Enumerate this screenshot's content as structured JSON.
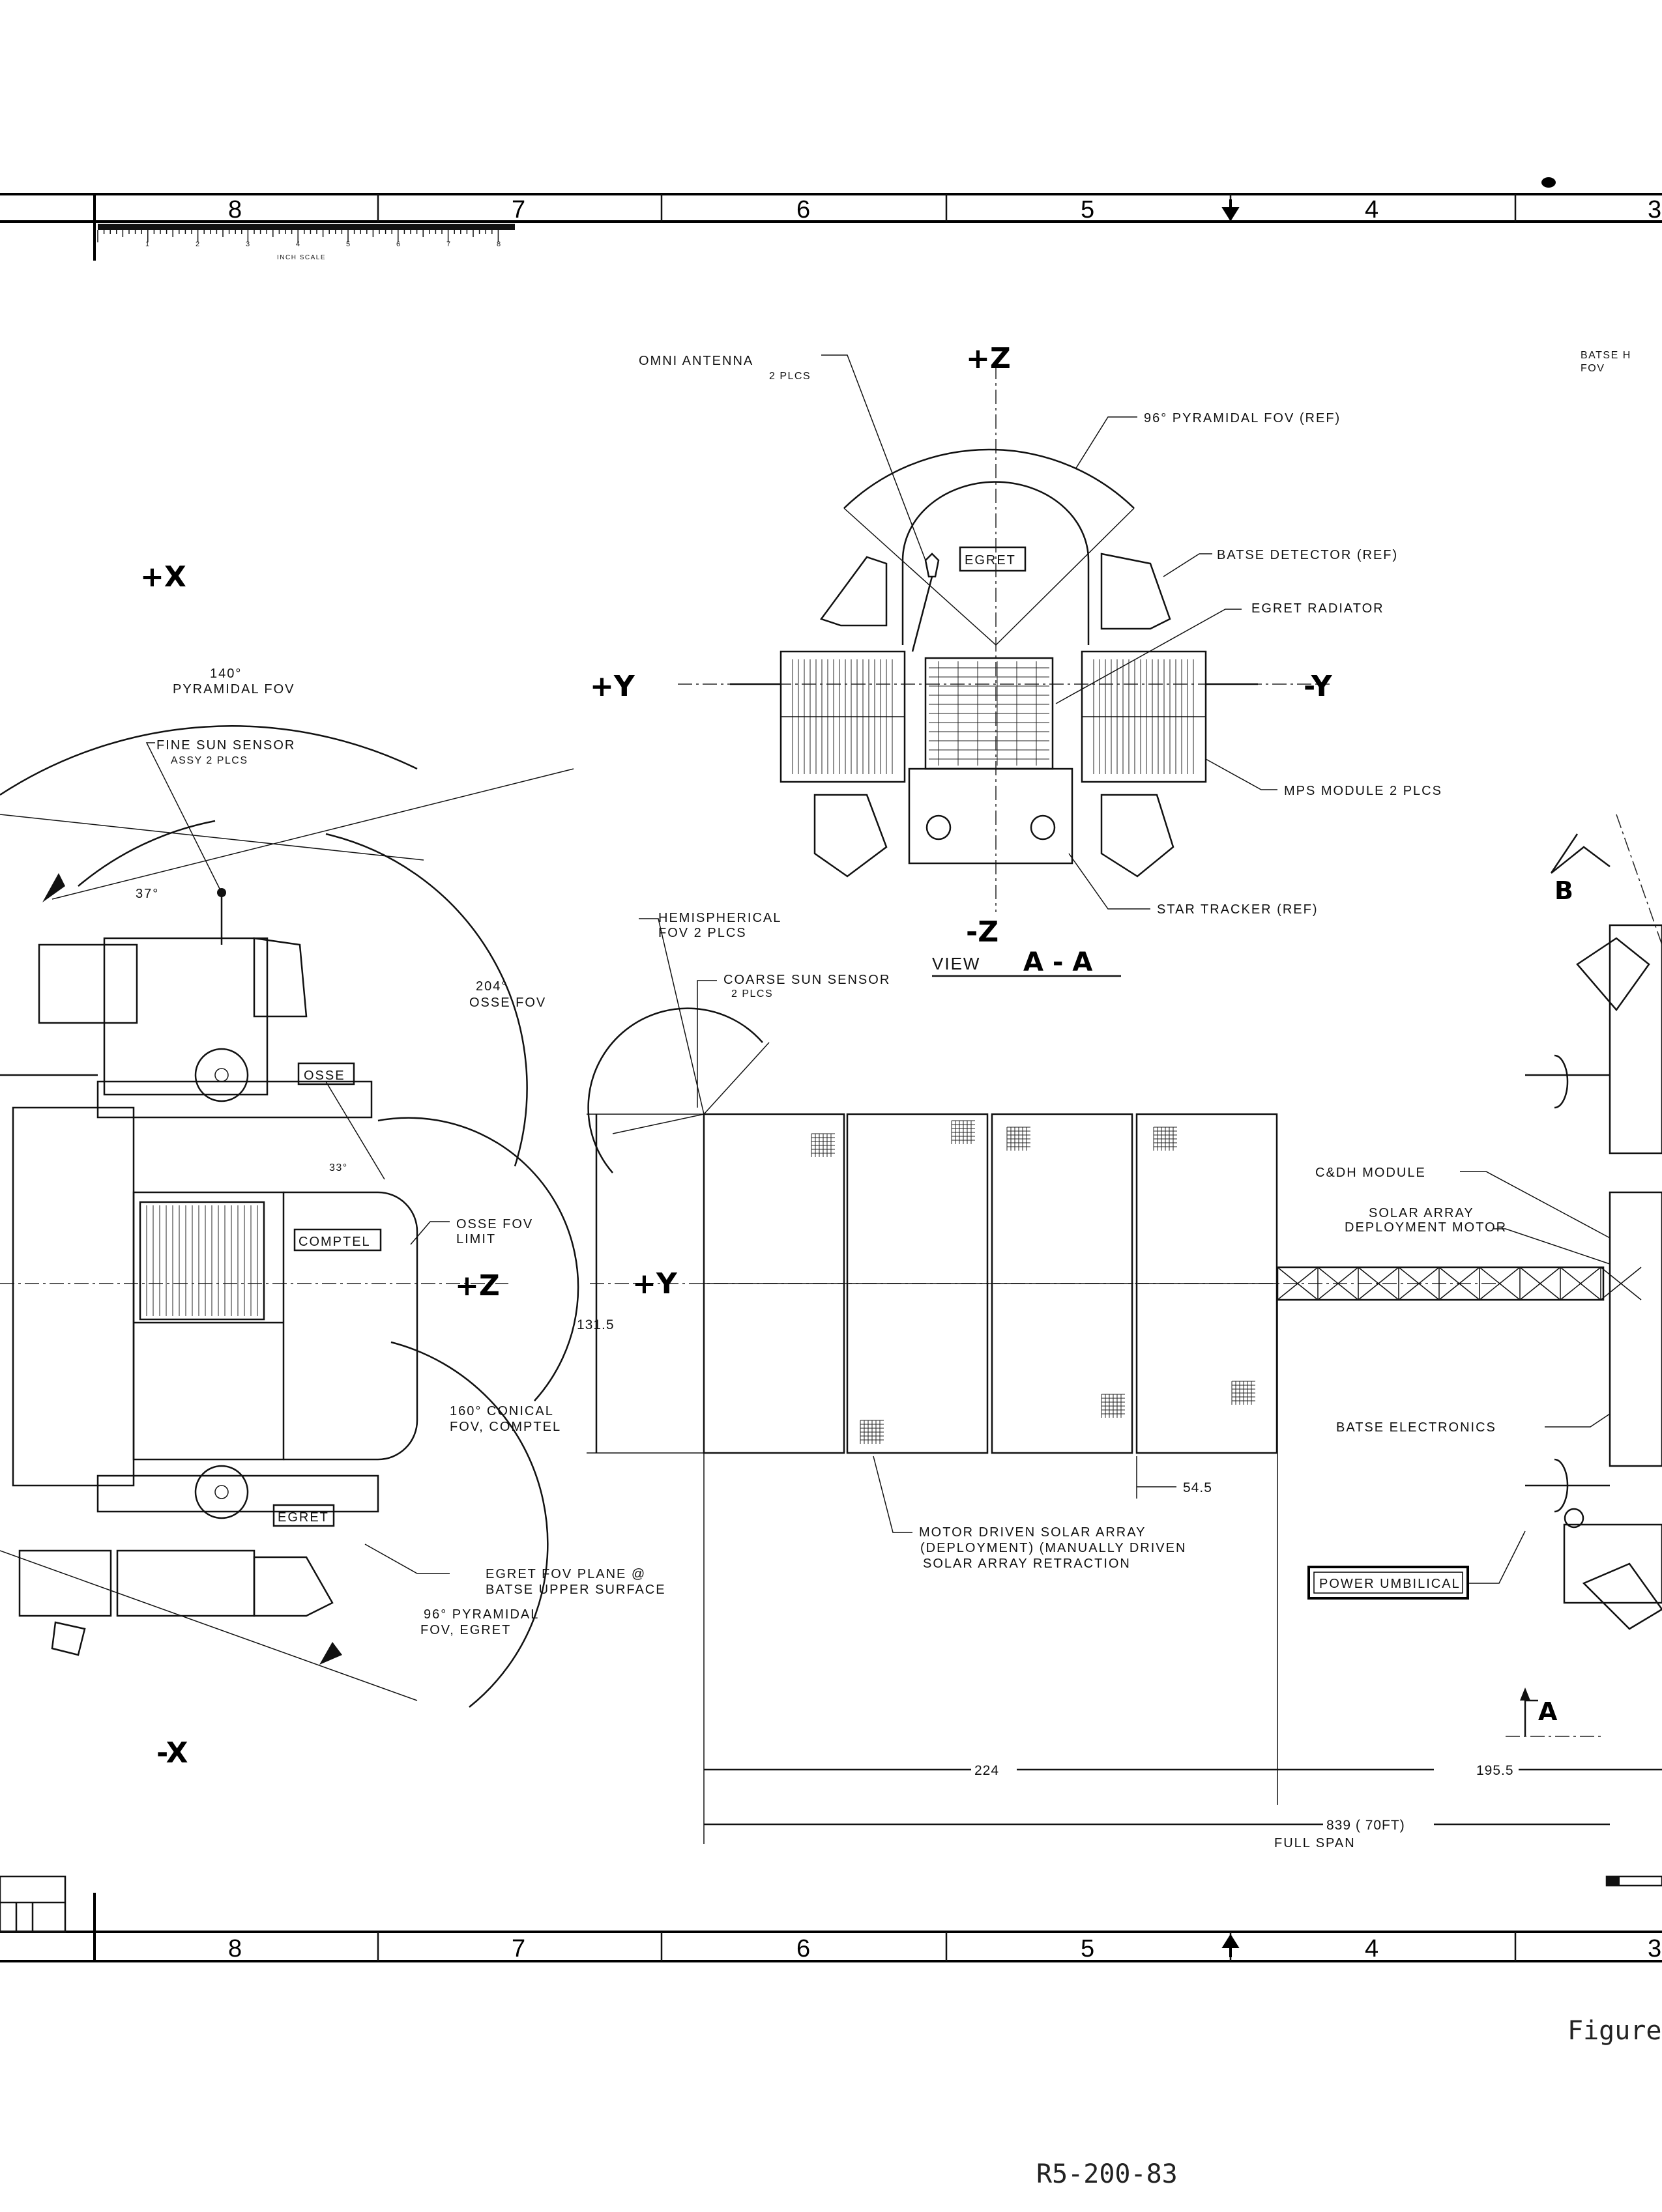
{
  "border": {
    "zones_top": [
      "8",
      "7",
      "6",
      "5",
      "4",
      "3"
    ],
    "zones_bottom": [
      "8",
      "7",
      "6",
      "5",
      "4",
      "3"
    ],
    "scale_caption": "INCH SCALE",
    "scale_ticks": [
      "1",
      "2",
      "3",
      "4",
      "5",
      "6",
      "7",
      "8"
    ]
  },
  "view_aa": {
    "axis_pz": "+Z",
    "axis_nz": "-Z",
    "axis_py": "+Y",
    "axis_ny": "-Y",
    "omni_antenna": "OMNI  ANTENNA",
    "omni_plcs": "2 PLCS",
    "pyramidal_fov": "96° PYRAMIDAL FOV (REF)",
    "batse_detector": "BATSE DETECTOR (REF)",
    "egret_radiator": "EGRET RADIATOR",
    "egret_box": "EGRET",
    "mps_module": "MPS MODULE   2 PLCS",
    "star_tracker": "STAR TRACKER (REF)",
    "view_label": "VIEW",
    "view_name": "A - A"
  },
  "left_view": {
    "axis_px": "+X",
    "axis_nx": "-X",
    "axis_pz": "+Z",
    "fov_140_a": "140°",
    "fov_140_b": "PYRAMIDAL FOV",
    "fine_sun_a": "FINE SUN SENSOR",
    "fine_sun_b": "ASSY     2 PLCS",
    "angle_37": "37°",
    "osse_204_a": "204°",
    "osse_204_b": "OSSE FOV",
    "osse_box": "OSSE",
    "angle_33": "33°",
    "comptel_box": "COMPTEL",
    "osse_limit_a": "OSSE FOV",
    "osse_limit_b": "LIMIT",
    "conical_a": "160° CONICAL",
    "conical_b": "FOV, COMPTEL",
    "egret_box": "EGRET",
    "egret_plane_a": "EGRET FOV PLANE @",
    "egret_plane_b": "BATSE UPPER SURFACE",
    "egret_96_a": "96° PYRAMIDAL",
    "egret_96_b": "FOV, EGRET"
  },
  "center_view": {
    "axis_py": "+Y",
    "hemi_a": "HEMISPHERICAL",
    "hemi_b": "FOV     2 PLCS",
    "coarse_a": "COARSE  SUN SENSOR",
    "coarse_b": "2 PLCS",
    "dim_height": "131.5",
    "dim_545": "54.5",
    "motor_a": "MOTOR DRIVEN  SOLAR  ARRAY",
    "motor_b": "(DEPLOYMENT) (MANUALLY DRIVEN",
    "motor_c": "SOLAR ARRAY  RETRACTION",
    "dim_224": "224",
    "dim_1955": "195.5",
    "dim_839": "839  ( 70FT)",
    "full_span": "FULL  SPAN"
  },
  "right_view": {
    "batse_a": "BATSE  H",
    "batse_b": "FOV",
    "section_b": "B",
    "cdh": "C&DH  MODULE",
    "solar_motor_a": "SOLAR  ARRAY",
    "solar_motor_b": "DEPLOYMENT  MOTOR",
    "batse_elec": "BATSE  ELECTRONICS",
    "power": "POWER  UMBILICAL",
    "section_a": "A"
  },
  "footer": {
    "figure": "Figure",
    "doc_number": "R5-200-83"
  }
}
